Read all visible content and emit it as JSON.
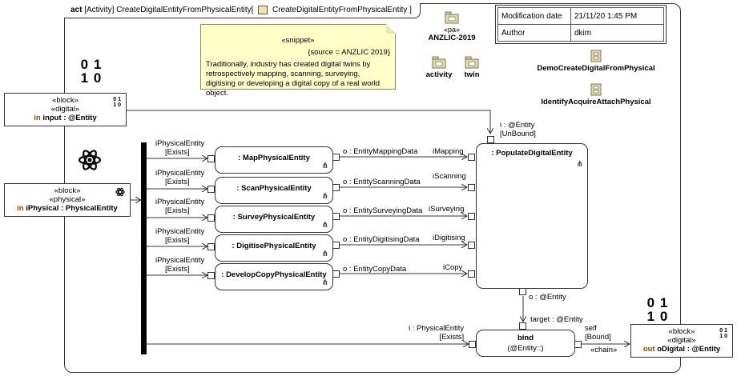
{
  "frame": {
    "kind": "act",
    "title_prefix": "[Activity] CreateDigitalEntityFromPhysicalEntity[",
    "title_suffix": "CreateDigitalEntityFromPhysicalEntity ]"
  },
  "note": {
    "stereotype": "«snippet»",
    "source": "{source = ANZLIC 2019}",
    "text": "Traditionally, industry has created digital twins by retrospectively mapping, scanning, surveying, digitising or developing a digital copy of a real world object."
  },
  "metadata": {
    "rows": [
      {
        "key": "Modification date",
        "value": "21/11/20 1:45 PM"
      },
      {
        "key": "Author",
        "value": "dkim"
      }
    ]
  },
  "packages": {
    "anzlic": {
      "stereotype": "«pa»",
      "name": "ANZLIC-2019"
    },
    "activity": {
      "name": "activity"
    },
    "twin": {
      "name": "twin"
    }
  },
  "behaviors": {
    "demo": "DemoCreateDigitalFromPhysical",
    "identify": "IdentifyAcquireAttachPhysical"
  },
  "blocks": {
    "input": {
      "s1": "«block»",
      "s2": "«digital»",
      "dir": "in",
      "name": "input : @Entity"
    },
    "iphysical": {
      "s1": "«block»",
      "s2": "«physical»",
      "dir": "in",
      "name": "iPhysical : PhysicalEntity"
    },
    "odigital": {
      "s1": "«block»",
      "s2": "«digital»",
      "dir": "out",
      "name": "oDigital : @Entity"
    }
  },
  "bits": {
    "line1": "0 1",
    "line2": "1 0"
  },
  "actions": [
    {
      "name": ": MapPhysicalEntity",
      "in_label": "iPhysicalEntity",
      "in_label2": "[Exists]",
      "out_label": "o : EntityMappingData",
      "target_pin": "iMapping"
    },
    {
      "name": ": ScanPhysicalEntity",
      "in_label": "iPhysicalEntity",
      "in_label2": "[Exists]",
      "out_label": "o : EntityScanningData",
      "target_pin": "iScanning"
    },
    {
      "name": ": SurveyPhysicalEntity",
      "in_label": "iPhysicalEntity",
      "in_label2": "[Exists]",
      "out_label": "o : EntitySurveyingData",
      "target_pin": "iSurveying"
    },
    {
      "name": ": DigitisePhysicalEntity",
      "in_label": "iPhysicalEntity",
      "in_label2": "[Exists]",
      "out_label": "o : EntityDigitisingData",
      "target_pin": "iDigitising"
    },
    {
      "name": ": DevelopCopyPhysicalEntity",
      "in_label": "iPhysicalEntity",
      "in_label2": "[Exists]",
      "out_label": "o : EntityCopyData",
      "target_pin": "iCopy"
    }
  ],
  "populate": {
    "name": ": PopulateDigitalEntity",
    "in_label": "i : @Entity",
    "in_label2": "[UnBound]",
    "out_label": "o : @Entity"
  },
  "bind": {
    "name": "bind",
    "sub": "(@Entity::)",
    "target_label": "target : @Entity",
    "in_label": "i : PhysicalEntity",
    "in_label2": "[Exists]",
    "self_label": "self",
    "self_label2": "[Bound]",
    "chain_label": "«chain»"
  }
}
